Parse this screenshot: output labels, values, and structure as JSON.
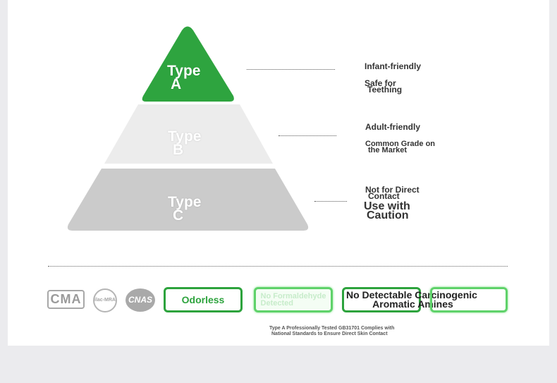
{
  "pyramid": {
    "tiers": [
      {
        "line1": "Type",
        "line2": "A",
        "color": "#2ea43f"
      },
      {
        "line1": "Type",
        "line2": "B",
        "color": "#ececec"
      },
      {
        "line1": "Type",
        "line2": "C",
        "color": "#cbcbcb"
      }
    ]
  },
  "descriptions": {
    "a": {
      "line1": "Infant-friendly",
      "line2": "Safe for",
      "line3": "Teething"
    },
    "b": {
      "line1": "Adult-friendly",
      "line2": "Common Grade on",
      "line3": "the Market"
    },
    "c": {
      "line1": "Not for Direct",
      "line2": "Contact",
      "line3": "Use with",
      "line4": "Caution"
    }
  },
  "certifications": {
    "cma": "CMA",
    "ilac": "ilac-MRA",
    "cnas": "CNAS"
  },
  "badges": {
    "odorless": "Odorless",
    "formaldehyde": {
      "line1": "No Formaldehyde",
      "line2": "Detected"
    },
    "amines": {
      "line1": "No Detectable Carcinogenic",
      "line2": "Aromatic Amines"
    }
  },
  "footnote": {
    "line1": "Type A Professionally Tested GB31701 Complies with",
    "line2": "National Standards to Ensure Direct Skin Contact"
  }
}
